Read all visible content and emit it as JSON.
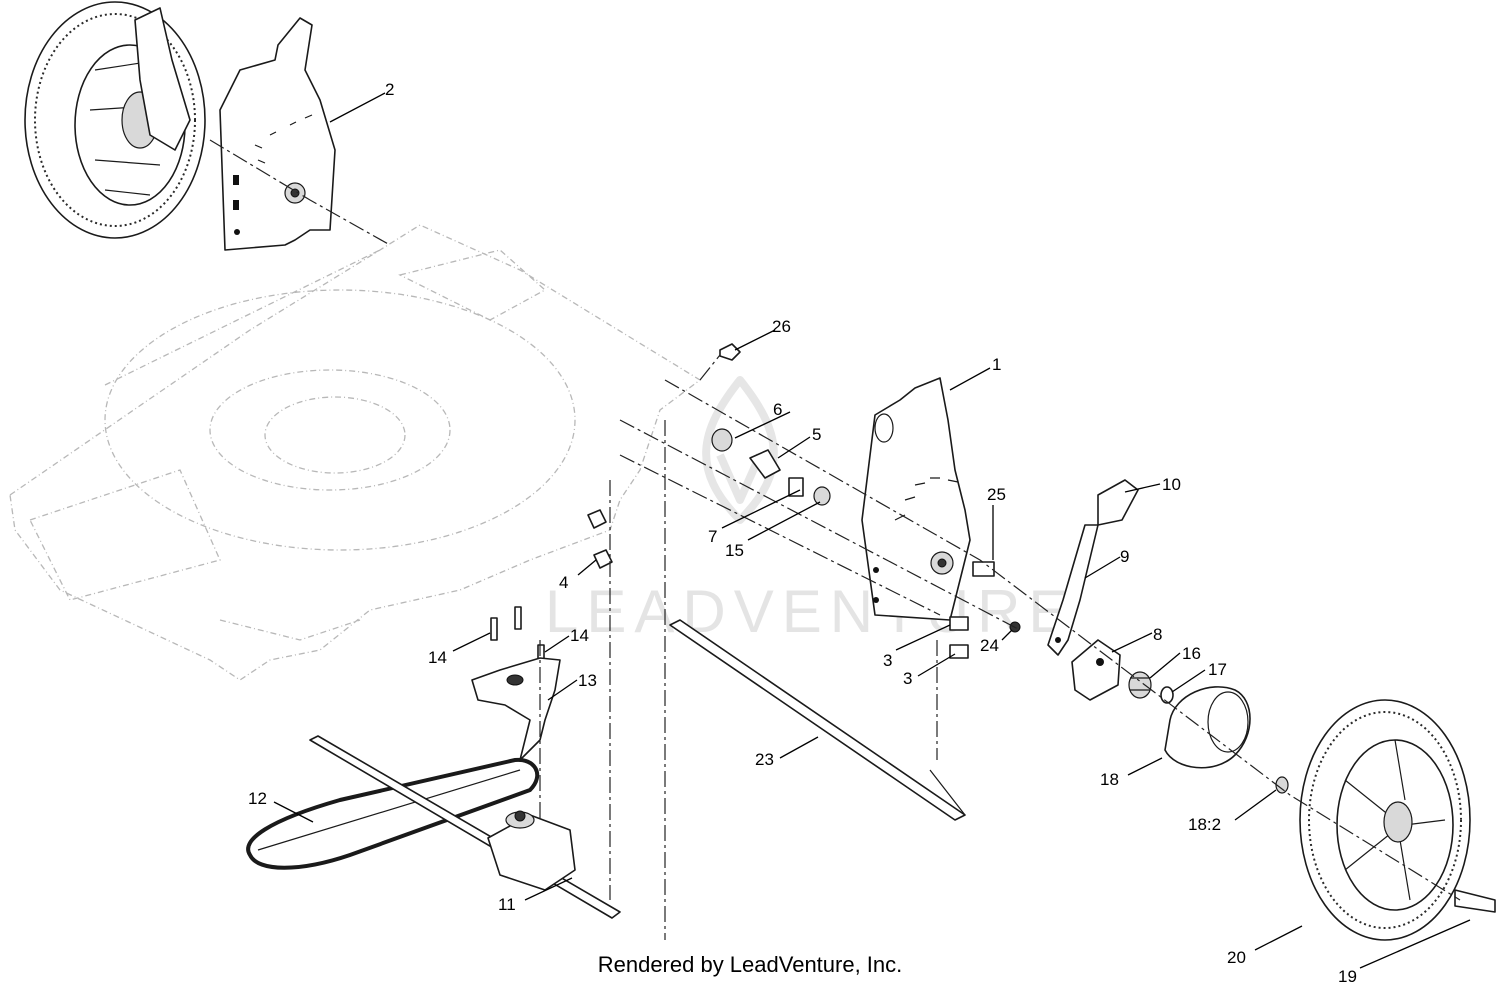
{
  "watermark": "LEADVENTURE",
  "credit": "Rendered by LeadVenture, Inc.",
  "callouts": {
    "c1": "1",
    "c2": "2",
    "c3a": "3",
    "c3b": "3",
    "c4": "4",
    "c5": "5",
    "c6": "6",
    "c7": "7",
    "c8": "8",
    "c9": "9",
    "c10": "10",
    "c11": "11",
    "c12": "12",
    "c13": "13",
    "c14a": "14",
    "c14b": "14",
    "c15": "15",
    "c16": "16",
    "c17": "17",
    "c18": "18",
    "c18_2": "18:2",
    "c19": "19",
    "c20": "20",
    "c23": "23",
    "c24": "24",
    "c25": "25",
    "c26": "26"
  }
}
